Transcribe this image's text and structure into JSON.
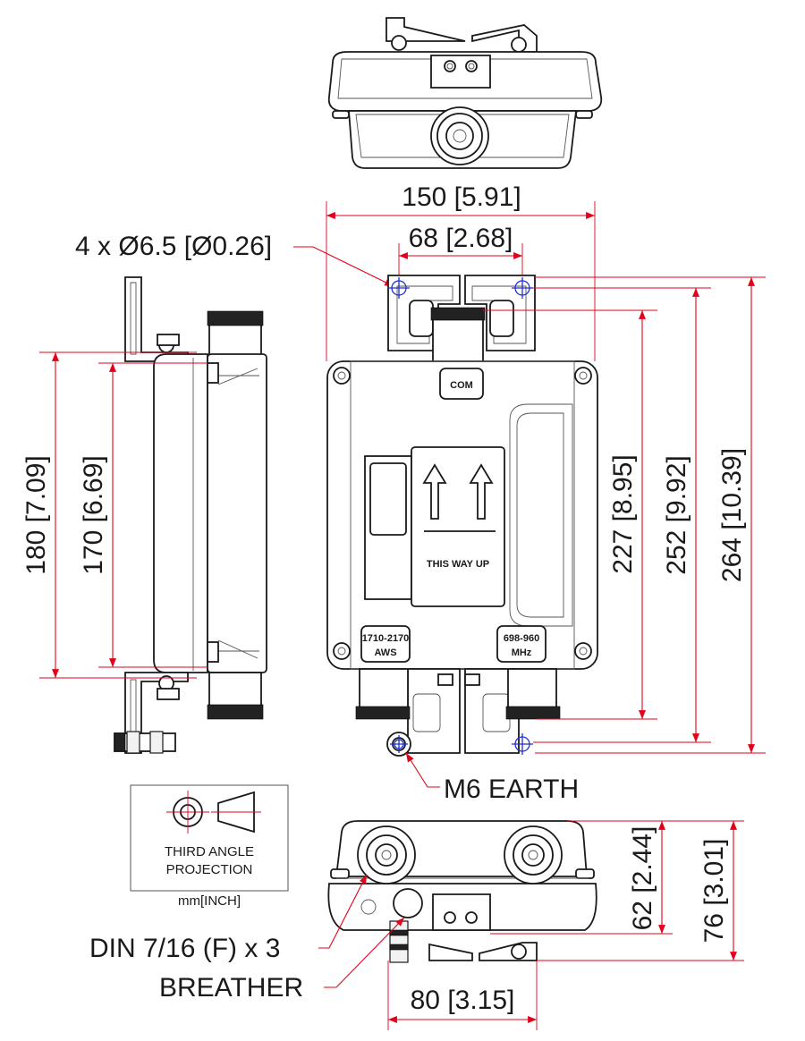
{
  "dimensions": {
    "overall_width": "150 [5.91]",
    "hole_spacing": "68 [2.68]",
    "hole_callout": "4 x Ø6.5 [Ø0.26]",
    "height_227": "227 [8.95]",
    "height_252": "252 [9.92]",
    "height_264": "264 [10.39]",
    "side_180": "180 [7.09]",
    "side_170": "170 [6.69]",
    "depth_62": "62 [2.44]",
    "depth_76": "76 [3.01]",
    "bottom_80": "80 [3.15]"
  },
  "callouts": {
    "earth": "M6 EARTH",
    "connectors": "DIN 7/16 (F) x 3",
    "breather": "BREATHER"
  },
  "body_labels": {
    "com": "COM",
    "this_way_up": "THIS WAY UP",
    "left_port_line1": "1710-2170",
    "left_port_line2": "AWS",
    "right_port_line1": "698-960",
    "right_port_line2": "MHz"
  },
  "projection_box": {
    "line1": "THIRD ANGLE",
    "line2": "PROJECTION",
    "units": "mm[INCH]"
  },
  "colors": {
    "dimension": "#e3001b",
    "hole_marker": "#1f2fd0",
    "outline": "#1a1a1a"
  }
}
